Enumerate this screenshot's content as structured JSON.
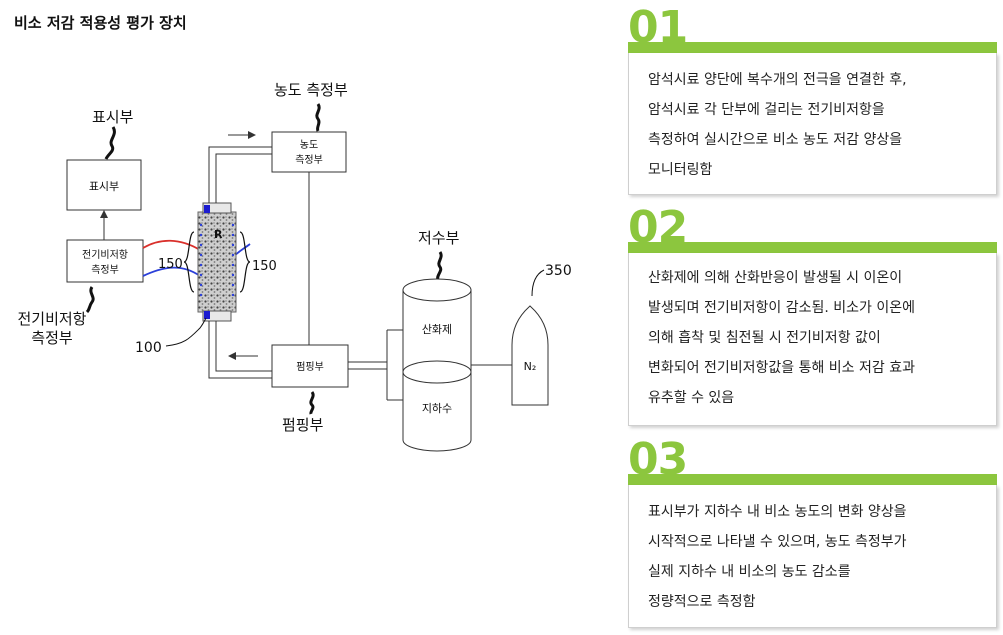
{
  "title": "비소 저감 적용성 평가 장치",
  "diagram": {
    "display_label": "표시부",
    "display_box": "표시부",
    "conc_label": "농도 측정부",
    "conc_box_line1": "농도",
    "conc_box_line2": "측정부",
    "resist_box_line1": "전기비저항",
    "resist_box_line2": "측정부",
    "resist_label_line1": "전기비저항",
    "resist_label_line2": "측정부",
    "ref_150_left": "150",
    "ref_150_right": "150",
    "ref_100": "100",
    "column_mark": "R",
    "pump_box": "펌핑부",
    "pump_label": "펌핑부",
    "reservoir_label": "저수부",
    "oxidant": "산화제",
    "groundwater": "지하수",
    "n2": "N₂",
    "ref_350": "350"
  },
  "cards": [
    {
      "number": "01",
      "lines": [
        "암석시료 양단에 복수개의 전극을 연결한 후,",
        "암석시료 각 단부에 걸리는 전기비저항을",
        "측정하여 실시간으로 비소 농도 저감 양상을",
        "모니터링함"
      ]
    },
    {
      "number": "02",
      "lines": [
        "산화제에 의해 산화반응이 발생될 시 이온이",
        "발생되며 전기비저항이 감소됨. 비소가 이온에",
        "의해 흡착 및 침전될 시 전기비저항 값이",
        "변화되어 전기비저항값을 통해 비소 저감 효과",
        "유추할 수 있음"
      ]
    },
    {
      "number": "03",
      "lines": [
        "표시부가 지하수 내 비소 농도의 변화 양상을",
        "시작적으로 나타낼 수 있으며, 농도 측정부가",
        "실제 지하수 내 비소의 농도 감소를",
        "정량적으로 측정함"
      ]
    }
  ],
  "colors": {
    "accent": "#8cc63e",
    "red_wire": "#d9302b",
    "blue_wire": "#2b3fd9"
  }
}
